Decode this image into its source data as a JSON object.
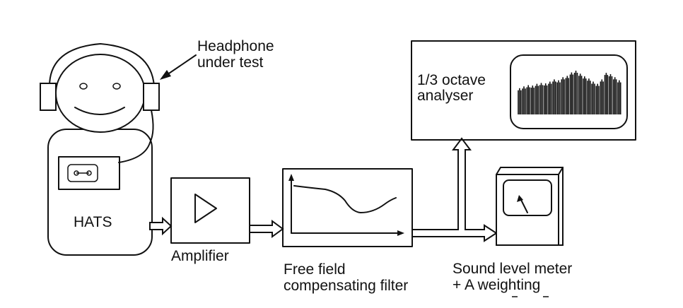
{
  "labels": {
    "headphone_line1": "Headphone",
    "headphone_line2": "under test",
    "analyser_line1": "1/3 octave",
    "analyser_line2": "analyser",
    "hats": "HATS",
    "amplifier": "Amplifier",
    "filter_line1": "Free field",
    "filter_line2": "compensating filter",
    "meter_line1": "Sound level meter",
    "meter_line2": "+ A weighting"
  },
  "analyser_spectrum_levels": [
    0.6,
    0.64,
    0.67,
    0.66,
    0.7,
    0.72,
    0.71,
    0.75,
    0.8,
    0.78,
    0.85,
    0.88,
    0.96,
    1.0,
    0.93,
    0.87,
    0.82,
    0.75,
    0.7,
    0.8,
    0.95,
    0.92,
    0.85,
    0.78
  ]
}
